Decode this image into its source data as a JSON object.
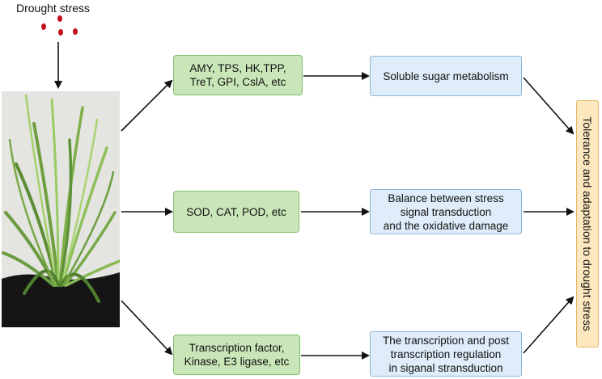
{
  "header": {
    "stress_label": "Drought stress"
  },
  "green_boxes": [
    {
      "text": "AMY, TPS, HK,TPP,\nTreT, GPI, CslA, etc"
    },
    {
      "text": "SOD, CAT, POD, etc"
    },
    {
      "text": "Transcription factor,\nKinase, E3 ligase, etc"
    }
  ],
  "blue_boxes": [
    {
      "text": "Soluble sugar metabolism"
    },
    {
      "text": "Balance between stress\nsignal transduction\nand the oxidative damage"
    },
    {
      "text": "The transcription and post\ntranscription regulation\nin siganal stransduction"
    }
  ],
  "outcome": {
    "text": "Tolerance and adaptation to drought stress"
  },
  "colors": {
    "drop": "#c0121f",
    "green_fill": "#c9e6b8",
    "blue_fill": "#deedf9",
    "orange_fill": "#fde7be"
  },
  "icons": {
    "drops": "water-droplets-icon",
    "plant": "plant-photo"
  }
}
